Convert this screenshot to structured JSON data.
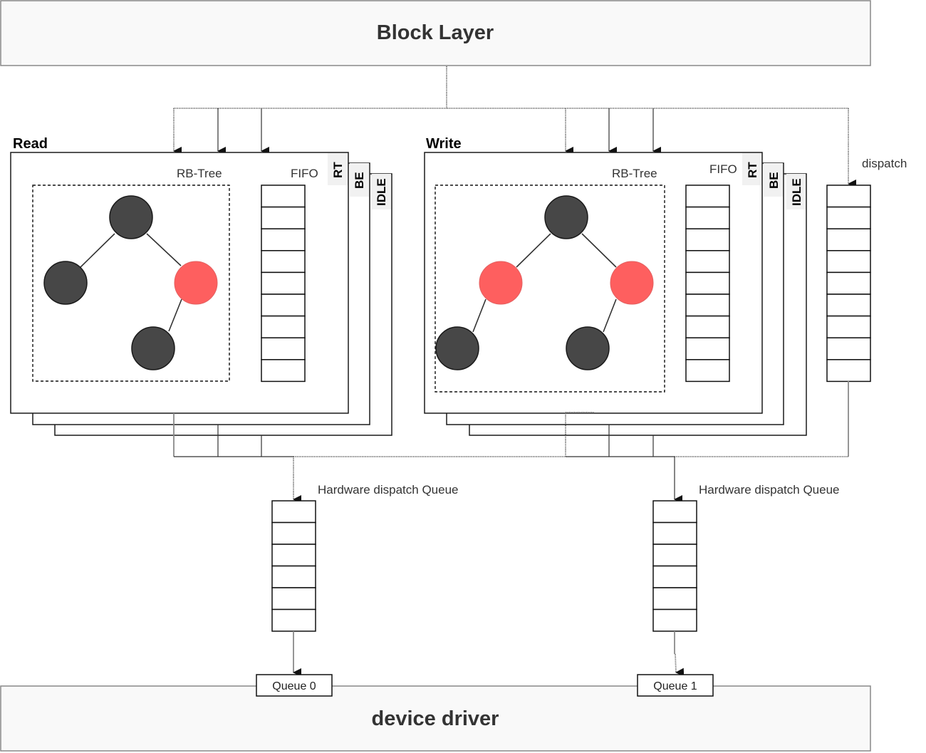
{
  "diagram": {
    "top_layer": {
      "title": "Block Layer"
    },
    "bottom_layer": {
      "title": "device driver"
    },
    "panels": [
      {
        "id": "read",
        "title": "Read",
        "rbtree_label": "RB-Tree",
        "fifo_label": "FIFO",
        "tabs": [
          "RT",
          "BE",
          "IDLE"
        ],
        "fifo_slots": 9,
        "tree_nodes": [
          {
            "id": "root",
            "color": "black"
          },
          {
            "id": "left",
            "color": "black",
            "parent": "root"
          },
          {
            "id": "right",
            "color": "red",
            "parent": "root"
          },
          {
            "id": "right-left",
            "color": "black",
            "parent": "right"
          }
        ]
      },
      {
        "id": "write",
        "title": "Write",
        "rbtree_label": "RB-Tree",
        "fifo_label": "FIFO",
        "tabs": [
          "RT",
          "BE",
          "IDLE"
        ],
        "fifo_slots": 9,
        "tree_nodes": [
          {
            "id": "root",
            "color": "black"
          },
          {
            "id": "left",
            "color": "red",
            "parent": "root"
          },
          {
            "id": "right",
            "color": "red",
            "parent": "root"
          },
          {
            "id": "left-left",
            "color": "black",
            "parent": "left"
          },
          {
            "id": "right-left",
            "color": "black",
            "parent": "right"
          }
        ]
      }
    ],
    "dispatch_queue": {
      "label": "dispatch",
      "slots": 9
    },
    "hardware_queues": [
      {
        "label": "Hardware dispatch Queue",
        "slots": 6,
        "driver_queue_label": "Queue 0"
      },
      {
        "label": "Hardware dispatch Queue",
        "slots": 6,
        "driver_queue_label": "Queue 1"
      }
    ],
    "colors": {
      "black_node": "#474747",
      "red_node": "#fe5f5f",
      "layer_fill": "#f9f9f9",
      "tab_fill": "#f1f1f1"
    }
  }
}
